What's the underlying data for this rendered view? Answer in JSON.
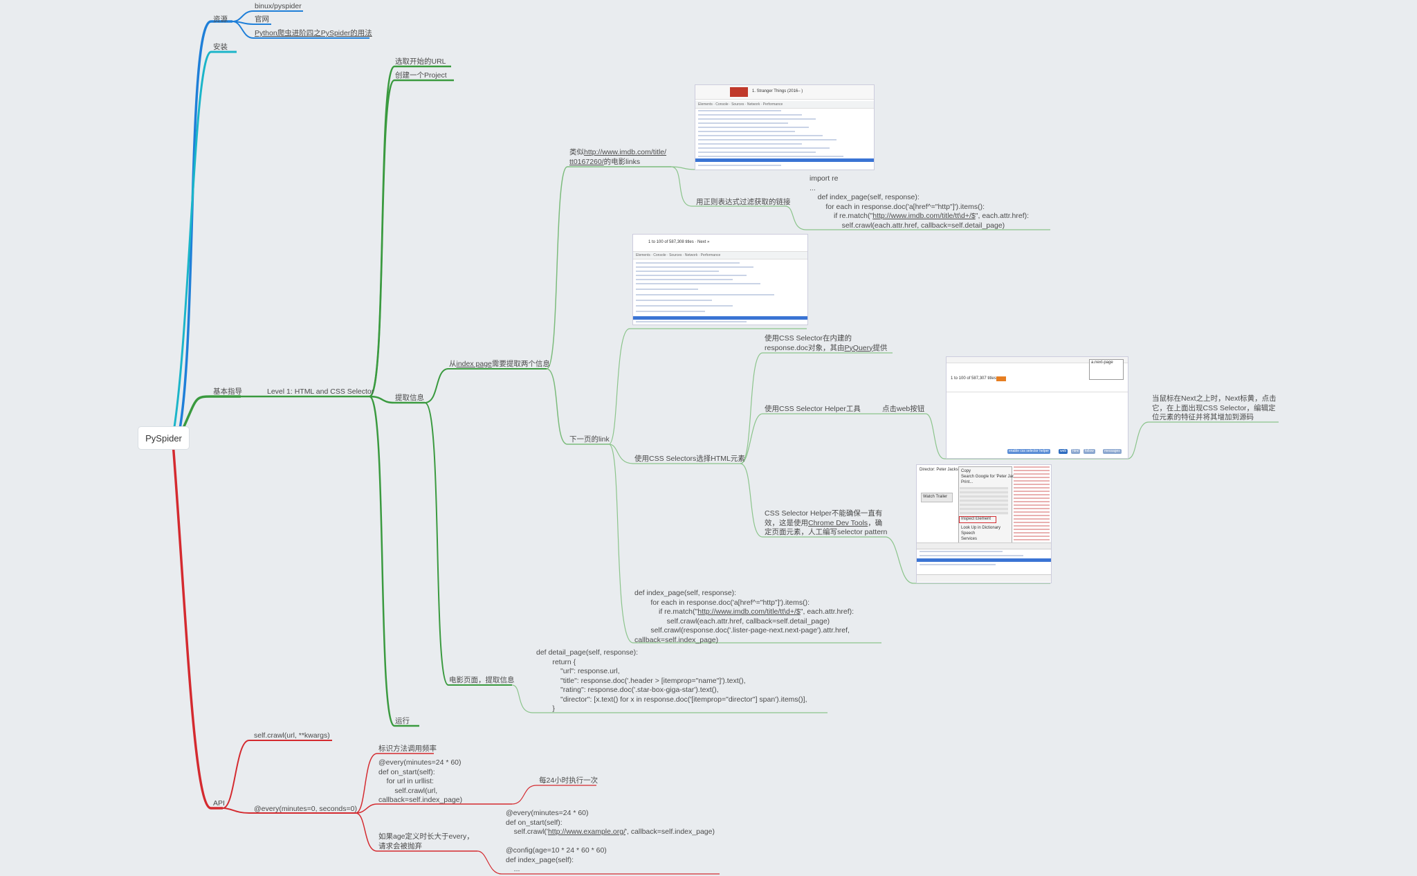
{
  "root": "PySpider",
  "colors": {
    "blue": "#1f7fd8",
    "teal": "#1bb5c9",
    "green": "#3a9a3f",
    "red": "#d42a2f",
    "line_gray": "#8bc48b"
  },
  "resources": {
    "label": "资源",
    "items": [
      "binux/pyspider",
      "官网",
      "Python爬虫进阶四之PySpider的用法"
    ]
  },
  "install": {
    "label": "安装"
  },
  "basic": {
    "label": "基本指导",
    "level": "Level 1: HTML and CSS Selector",
    "start_url": "选取开始的URL",
    "create_project": "创建一个Project",
    "extract": "提取信息",
    "run": "运行",
    "index_page": {
      "pre": "从",
      "link": "index page",
      "post": "需要提取两个信息"
    },
    "movie_links": {
      "pre": "类似",
      "link": "http://www.imdb.com/title/ tt0167260/",
      "post": "的电影links"
    },
    "regex_filter": "用正则表达式过滤获取的链接",
    "regex_code": [
      "import re",
      "...",
      "    def index_page(self, response):",
      "        for each in response.doc('a[href^=\"http\"]').items():",
      "            if re.match(\"",
      "\", each.attr.href):",
      "                self.crawl(each.attr.href, callback=self.detail_page)"
    ],
    "regex_url": "http://www.imdb.com/title/tt\\d+/$",
    "next_page": "下一页的link",
    "use_css": "使用CSS Selectors选择HTML元素",
    "css_builtin": {
      "pre": "使用CSS Selector在内建的response.doc对象，其由",
      "link": "PyQuery",
      "post": "提供"
    },
    "css_helper": "使用CSS Selector Helper工具",
    "click_web": "点击web按钮",
    "hover_note": "当鼠标在Next之上时，Next标黄，点击它，在上面出现CSS Selector，编辑定位元素的特征并将其增加到源码",
    "helper_note": {
      "pre": "CSS Selector Helper不能确保一直有效，这是使用",
      "link": "Chrome Dev Tools",
      "post": "，确定页面元素，人工编写selector pattern"
    },
    "next_code": [
      "def index_page(self, response):",
      "        for each in response.doc('a[href^=\"http\"]').items():",
      "            if re.match(\"",
      "\", each.attr.href):",
      "                self.crawl(each.attr.href, callback=self.detail_page)",
      "        self.crawl(response.doc('.lister-page-next.next-page').attr.href,",
      "callback=self.index_page)"
    ],
    "movie_page": "电影页面，提取信息",
    "detail_code": [
      "def detail_page(self, response):",
      "        return {",
      "            \"url\": response.url,",
      "            \"title\": response.doc('.header > [itemprop=\"name\"]').text(),",
      "            \"rating\": response.doc('.star-box-giga-star').text(),",
      "            \"director\": [x.text() for x in response.doc('[itemprop=\"director\"] span').items()],",
      "        }"
    ]
  },
  "api": {
    "label": "API",
    "crawl": "self.crawl(url, **kwargs)",
    "every": "@every(minutes=0, seconds=0)",
    "freq_label": "标识方法调用频率",
    "every_code": [
      "@every(minutes=24 * 60)",
      "def on_start(self):",
      "    for url in urllist:",
      "        self.crawl(url,",
      "callback=self.index_page)"
    ],
    "every_note": "每24小时执行一次",
    "age_label": "如果age定义时长大于every，请求会被抛弃",
    "age_code1": [
      "@every(minutes=24 * 60)",
      "def on_start(self):",
      "    self.crawl('",
      "', callback=self.index_page)"
    ],
    "age_url": "http://www.example.org/",
    "age_code2": [
      "@config(age=10 * 24 * 60 * 60)",
      "def index_page(self):",
      "    ..."
    ]
  },
  "screenshots": {
    "imdb1_title": "1. Stranger Things (2016– )",
    "imdb2_title": "1 to 100 of 587,308 titles · Next »",
    "helper_titles": "1 to 100 of 587,307 titles",
    "helper_sel": "a.next-page",
    "helper_buttons": [
      "enable css selector helper",
      "web",
      "html",
      "follow",
      "messages"
    ],
    "ctx_items": [
      "Copy",
      "Search Google for 'Peter Jackson'",
      "Print...",
      "Inspect Element",
      "Look Up in Dictionary",
      "Speech",
      "Services"
    ],
    "ctx_director": "Director: Peter Jackson",
    "ctx_trailer": "Watch Trailer"
  }
}
